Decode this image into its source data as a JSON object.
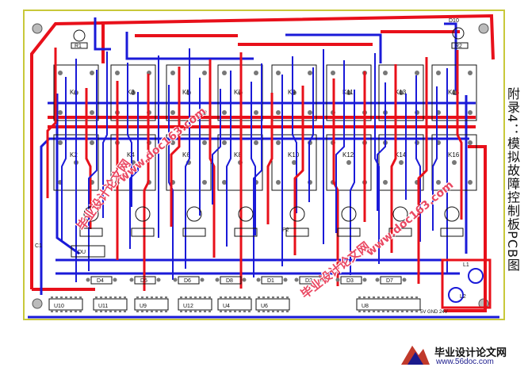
{
  "caption": "附录4：模拟故障控制板PCB图",
  "colors": {
    "red_trace": "#e8101a",
    "blue_trace": "#1a1ad8",
    "silk": "#111111",
    "board_edge": "#c8c83a",
    "pad": "#777777"
  },
  "relays": [
    {
      "label": "K1"
    },
    {
      "label": "K3"
    },
    {
      "label": "K5"
    },
    {
      "label": "K7"
    },
    {
      "label": "K9"
    },
    {
      "label": "K11"
    },
    {
      "label": "K13"
    },
    {
      "label": "K15"
    },
    {
      "label": "K2"
    },
    {
      "label": "K4"
    },
    {
      "label": "K6"
    },
    {
      "label": "K8"
    },
    {
      "label": "K10"
    },
    {
      "label": "K12"
    },
    {
      "label": "K14"
    },
    {
      "label": "K16"
    }
  ],
  "top_parts": {
    "left": "R1",
    "right_d": "D10",
    "right_r": "R2"
  },
  "side_parts": [
    "C1",
    "DU",
    "P2",
    "L1",
    "L2"
  ],
  "chips": [
    "U10",
    "U11",
    "U9",
    "U12",
    "U4",
    "U6",
    "U8"
  ],
  "diodes": [
    "D4",
    "D5",
    "D6",
    "D8",
    "D1",
    "D2",
    "D3",
    "D7"
  ],
  "bottom_pins": "5V GND 24V",
  "watermarks": {
    "wm1": "毕业设计论文网",
    "wm2": "www.doc163.com",
    "wm3": "毕业设计论文网",
    "wm4": "www.doc163.com"
  },
  "footer": {
    "title": "毕业设计论文网",
    "url": "www.56doc.com"
  }
}
